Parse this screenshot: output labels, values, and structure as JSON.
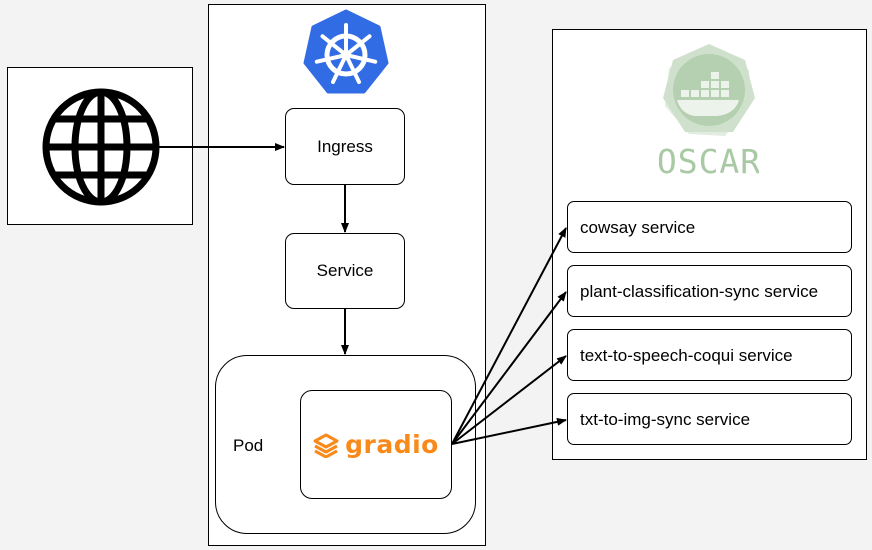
{
  "nodes": {
    "ingress": "Ingress",
    "service": "Service",
    "pod": "Pod",
    "gradio": "gradio"
  },
  "oscar": {
    "logo_text": "OSCAR",
    "services": [
      "cowsay service",
      "plant-classification-sync service",
      "text-to-speech-coqui service",
      "txt-to-img-sync service"
    ]
  },
  "icons": {
    "internet": "globe-icon",
    "kubernetes": "kubernetes-helm-icon",
    "oscar": "oscar-logo",
    "gradio": "gradio-logo"
  },
  "colors": {
    "kubernetes_blue": "#326ce5",
    "gradio_orange": "#f98a1a",
    "oscar_green": "#a9c9a4",
    "background": "#f3f3f3"
  }
}
